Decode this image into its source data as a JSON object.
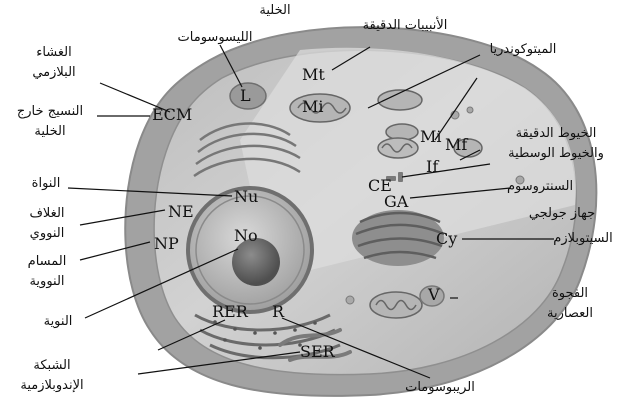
{
  "title": "الخلية",
  "labels": {
    "plasma_membrane": {
      "abbr": "",
      "lines": [
        "الغشاء",
        "البلازمي"
      ]
    },
    "ecm": {
      "abbr": "ECM",
      "lines": [
        "النسيج خارج",
        "الخلية"
      ]
    },
    "lysosomes": {
      "abbr": "L",
      "lines": [
        "الليسوسومات"
      ]
    },
    "microtubules": {
      "abbr": "Mt",
      "lines": [
        "الأنبيبات الدقيقة"
      ]
    },
    "mitochondria": {
      "abbr": "Mi",
      "lines": [
        "الميتوكوندريا"
      ]
    },
    "microfilaments": {
      "abbr": "Mf",
      "lines": [
        "الخيوط الدقيقة",
        "والخيوط الوسطية"
      ]
    },
    "intermediate_filaments": {
      "abbr": "If"
    },
    "centrosome": {
      "abbr": "CE",
      "lines": [
        "السنتروسوم"
      ]
    },
    "golgi": {
      "abbr": "GA",
      "lines": [
        "جهاز جولجي"
      ]
    },
    "cytoplasm": {
      "abbr": "Cy",
      "lines": [
        "السيتوبلازم"
      ]
    },
    "vacuole": {
      "abbr": "V",
      "lines": [
        "الفجوة",
        "العصارية"
      ]
    },
    "nucleus": {
      "abbr": "Nu",
      "lines": [
        "النواة"
      ]
    },
    "nuclear_envelope": {
      "abbr": "NE",
      "lines": [
        "الغلاف",
        "النووي"
      ]
    },
    "nuclear_pores": {
      "abbr": "NP",
      "lines": [
        "المسام",
        "النووية"
      ]
    },
    "nucleolus": {
      "abbr": "No",
      "lines": [
        "النوية"
      ]
    },
    "rer": {
      "abbr": "RER"
    },
    "ribosomes": {
      "abbr": "R",
      "lines": [
        "الريبوسومات"
      ]
    },
    "ser": {
      "abbr": "SER"
    },
    "er": {
      "lines": [
        "الشبكة",
        "الإندوبلازمية"
      ]
    }
  },
  "colors": {
    "cell_outer": "#9e9e9e",
    "cytoplasm": "#c9c9c9",
    "cytoplasm_light": "#e6e6e6",
    "nucleus": "#bdbdbd",
    "nucleolus": "#6e6e6e",
    "line": "#111111"
  }
}
